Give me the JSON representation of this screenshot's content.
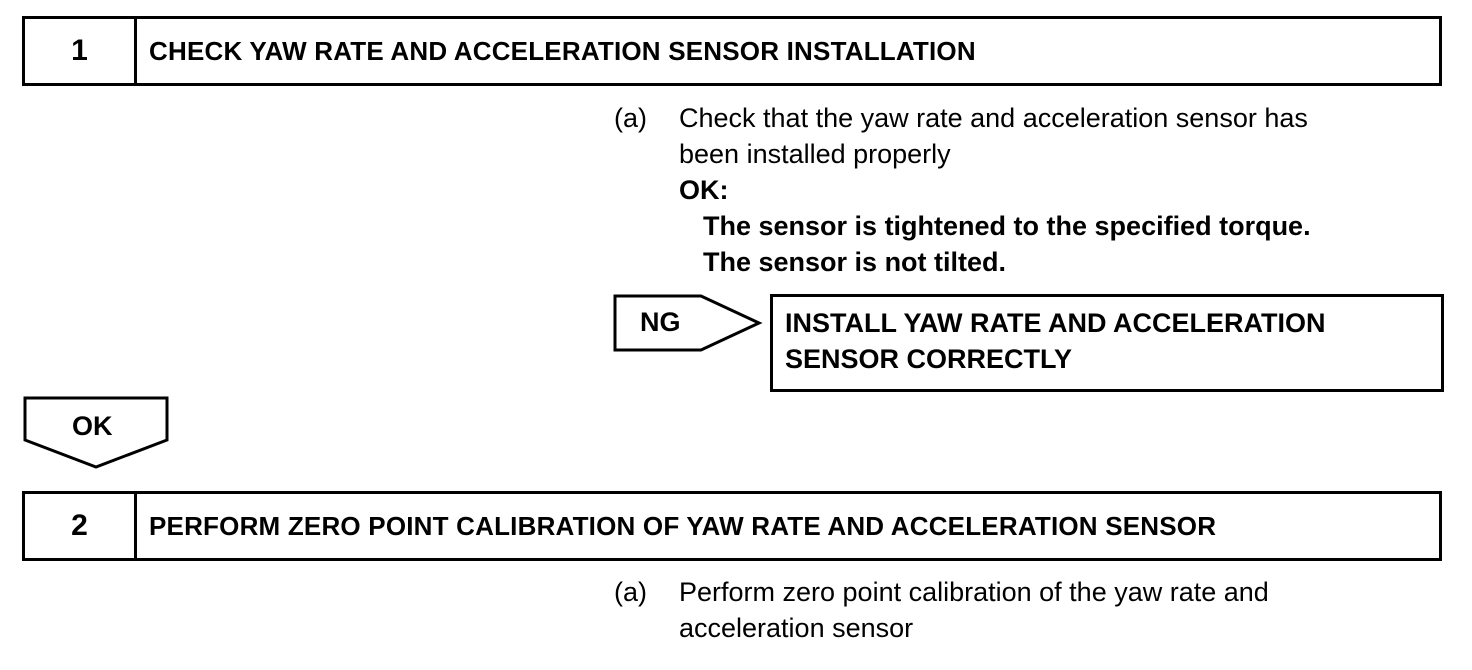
{
  "step1": {
    "number": "1",
    "title": "CHECK YAW RATE AND ACCELERATION SENSOR INSTALLATION",
    "instruction": {
      "marker": "(a)",
      "lines": [
        "Check that the yaw rate and acceleration sensor has",
        "been installed properly"
      ],
      "ok_heading": "OK:",
      "ok_criteria": [
        "The sensor is tightened to the specified torque.",
        "The sensor is not tilted."
      ]
    }
  },
  "ng_branch": {
    "label": "NG",
    "result_lines": [
      "INSTALL YAW RATE AND ACCELERATION",
      "SENSOR CORRECTLY"
    ]
  },
  "ok_branch": {
    "label": "OK"
  },
  "step2": {
    "number": "2",
    "title": "PERFORM ZERO POINT CALIBRATION OF YAW RATE AND ACCELERATION SENSOR",
    "instruction": {
      "marker": "(a)",
      "lines": [
        "Perform zero point calibration of the yaw rate and",
        "acceleration sensor"
      ]
    }
  }
}
